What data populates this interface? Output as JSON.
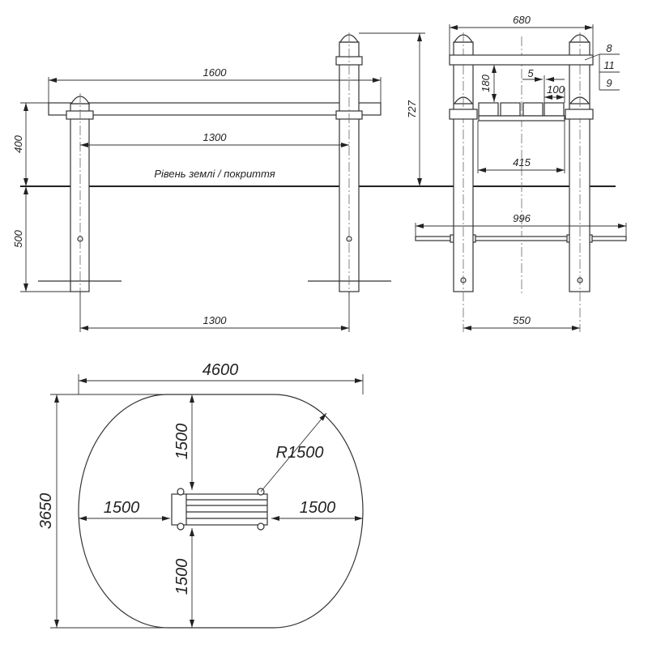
{
  "front_view": {
    "dim_rail_length": "1600",
    "dim_inner_span": "1300",
    "dim_post_spacing": "1300",
    "dim_height_above": "400",
    "dim_depth_below": "500",
    "dim_total_height": "727",
    "ground_label": "Рівень землі / покриття"
  },
  "side_view": {
    "dim_width": "680",
    "dim_seat_drop": "180",
    "dim_gap": "5",
    "dim_seat_width": "100",
    "dim_seat_span": "415",
    "dim_base_bar": "996",
    "dim_post_spacing": "550",
    "callouts": [
      "8",
      "11",
      "9"
    ]
  },
  "plan_view": {
    "dim_length": "4600",
    "dim_width": "3650",
    "dim_top": "1500",
    "dim_bottom": "1500",
    "dim_left": "1500",
    "dim_right": "1500",
    "dim_radius": "R1500"
  }
}
